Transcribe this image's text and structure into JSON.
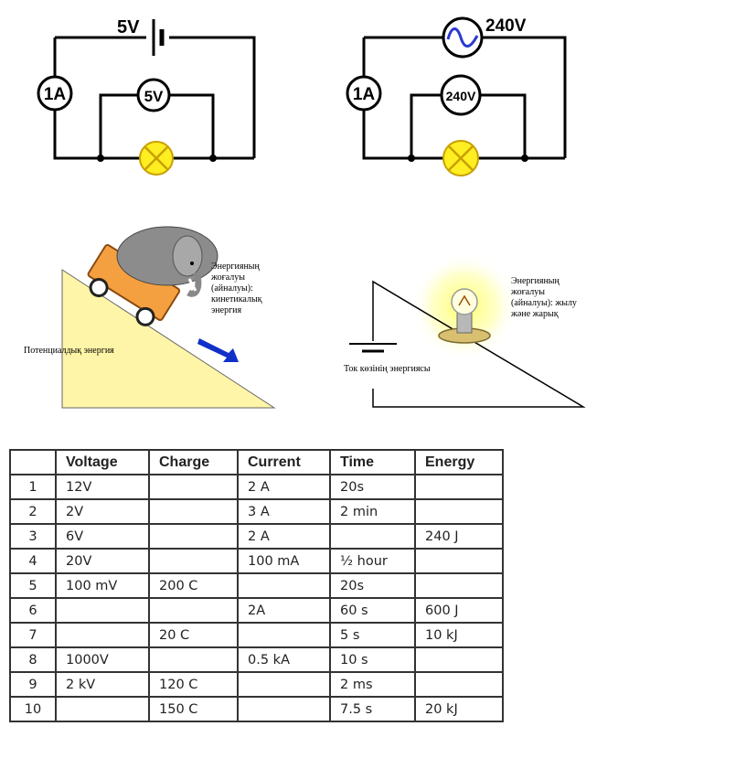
{
  "circuit_dc": {
    "battery_label": "5V",
    "ammeter_label": "1A",
    "voltmeter_label": "5V"
  },
  "circuit_ac": {
    "source_label": "240V",
    "ammeter_label": "1A",
    "voltmeter_label": "240V"
  },
  "analogy_elephant": {
    "kinetic_caption": [
      "Энергияның",
      "жоғалуы",
      "(айналуы):",
      "кинетикалық",
      "энергия"
    ],
    "potential_caption": "Потенциалдық энергия"
  },
  "analogy_bulb": {
    "heat_light_caption": [
      "Энергияның",
      "жоғалуы",
      "(айналуы): жылу",
      "және жарық"
    ],
    "source_caption": "Ток көзінің энергиясы"
  },
  "table": {
    "headers": [
      "",
      "Voltage",
      "Charge",
      "Current",
      "Time",
      "Energy"
    ],
    "rows": [
      [
        "1",
        "12V",
        "",
        "2 A",
        "20s",
        ""
      ],
      [
        "2",
        "2V",
        "",
        "3 A",
        "2 min",
        ""
      ],
      [
        "3",
        "6V",
        "",
        "2 A",
        "",
        "240 J"
      ],
      [
        "4",
        "20V",
        "",
        "100 mA",
        "½ hour",
        ""
      ],
      [
        "5",
        "100 mV",
        "200 C",
        "",
        "20s",
        ""
      ],
      [
        "6",
        "",
        "",
        "2A",
        "60 s",
        "600 J"
      ],
      [
        "7",
        "",
        "20 C",
        "",
        "5 s",
        "10 kJ"
      ],
      [
        "8",
        "1000V",
        "",
        "0.5 kA",
        "10 s",
        ""
      ],
      [
        "9",
        "2 kV",
        "120 C",
        "",
        "2 ms",
        ""
      ],
      [
        "10",
        "",
        "150 C",
        "",
        "7.5 s",
        "20 kJ"
      ]
    ]
  },
  "colors": {
    "lamp_fill": "#ffee22",
    "lamp_cross": "#c8a000",
    "ramp_fill": "#fff5a8",
    "cart_fill": "#f5a040",
    "arrow": "#1030c8",
    "ac_wave": "#2a3ad0"
  }
}
